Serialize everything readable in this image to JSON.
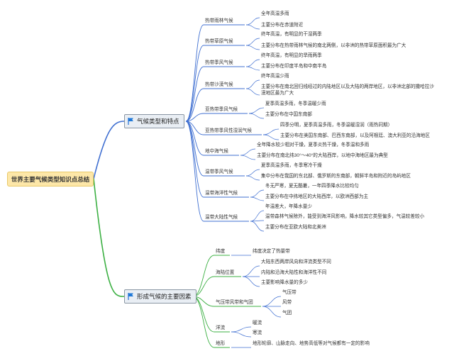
{
  "root": "世界主要气候类型知识点总结",
  "branches": [
    {
      "label": "气候类型和特点",
      "color": "#3f6fd1",
      "children": [
        {
          "label": "热带雨林气候",
          "items": [
            "全年高温多雨",
            "主要分布在赤道附近"
          ]
        },
        {
          "label": "热带草原气候",
          "items": [
            "终年高温，有明显的干湿两季",
            "主要分布在热带雨林气候的南北两侧，以非洲的热带草原面积最为广大"
          ]
        },
        {
          "label": "热带季风气候",
          "items": [
            "终年高温，有明显的旱雨两季",
            "主要分布在印度半岛和中南半岛"
          ]
        },
        {
          "label": "热带沙漠气候",
          "items": [
            "终年高温少雨",
            "主要分布在南北回归线经过的内陆地区以及大陆的两岸地区，以非洲北部的撒哈拉沙漠地区最为广大"
          ]
        },
        {
          "label": "亚热带季风气候",
          "items": [
            "夏季高温多雨，冬季温暖少雨",
            "主要分布在中国东南部"
          ]
        },
        {
          "label": "亚热带季风性湿润气候",
          "items": [
            "四季分明，夏季高温多雨，冬季温暖湿润（雨热同期）",
            "主要分布在美国东南部、巴西东南部，以及阿根廷、澳大利亚的沿海地区"
          ]
        },
        {
          "label": "地中海气候",
          "items": [
            "全年降水较少相对干燥，夏季炎热干燥，冬季温和多雨",
            "主要分布在南北纬30°～40°的大陆西岸，以地中海地区最为典型"
          ]
        },
        {
          "label": "温带季风气候",
          "items": [
            "夏季高温多雨，冬季寒冷干燥",
            "集中分布在我国的东北部、俄罗斯的东南部，朝鲜半岛和附近的岛屿地区"
          ]
        },
        {
          "label": "温带海洋性气候",
          "items": [
            "冬无严寒，夏无酷暑，一年四季降水比较均匀",
            "主要分布在中纬地区的大陆西岸，以欧洲西部为主"
          ]
        },
        {
          "label": "温带大陆性气候",
          "items": [
            "年温差大，年降水量少",
            "温带森林气候除外，能受到海洋风影响，降水较其它类型偏多，气温较差较小",
            "主要分布在亚欧大陆和北美洲"
          ]
        }
      ]
    },
    {
      "label": "形成气候的主要因素",
      "color": "#3cb043",
      "children": [
        {
          "label": "纬度",
          "items": [
            "纬度决定了热量带"
          ]
        },
        {
          "label": "海陆位置",
          "items": [
            "大陆东西两岸风向和洋流类型不同",
            "内陆和沿海大陆性和海洋性不同",
            "主要影响降水量的多少"
          ]
        },
        {
          "label": "气压带风带和气团",
          "items": [
            "气压带",
            "风带",
            "气团"
          ]
        },
        {
          "label": "洋流",
          "items": [
            "暖流",
            "寒流"
          ]
        },
        {
          "label": "地形",
          "items": [
            "地形轮廓、山脉走向、地势高低等对气候都有一定的影响"
          ]
        }
      ]
    }
  ]
}
